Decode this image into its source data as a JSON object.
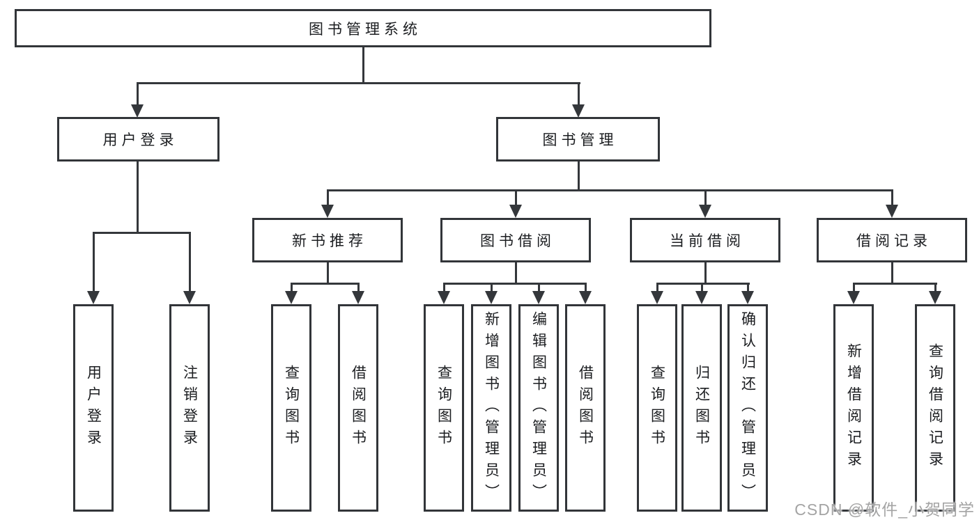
{
  "watermark": "CSDN @软件_小贺同学",
  "colors": {
    "background": "#ffffff",
    "box_border": "#323539",
    "connector_line": "#34373b",
    "text": "#1b1d20",
    "watermark_text": "#a4a4a4"
  },
  "nodes": {
    "root": {
      "label": "图书管理系统"
    },
    "user_login": {
      "label": "用户登录"
    },
    "book_mgmt": {
      "label": "图书管理"
    },
    "login": {
      "label": "用户登录"
    },
    "logout": {
      "label": "注销登录"
    },
    "new_book_rec": {
      "label": "新书推荐"
    },
    "book_borrow": {
      "label": "图书借阅"
    },
    "current_borrow": {
      "label": "当前借阅"
    },
    "borrow_records": {
      "label": "借阅记录"
    },
    "nbr_query": {
      "label": "查询图书"
    },
    "nbr_borrow": {
      "label": "借阅图书"
    },
    "bb_query": {
      "label": "查询图书"
    },
    "bb_add": {
      "label": "新增图书（管理员）"
    },
    "bb_edit": {
      "label": "编辑图书（管理员）"
    },
    "bb_borrow": {
      "label": "借阅图书"
    },
    "cb_query": {
      "label": "查询图书"
    },
    "cb_return": {
      "label": "归还图书"
    },
    "cb_confirm": {
      "label": "确认归还（管理员）"
    },
    "br_add": {
      "label": "新增借阅记录"
    },
    "br_query": {
      "label": "查询借阅记录"
    }
  },
  "hierarchy": {
    "图书管理系统": {
      "用户登录": [
        "用户登录",
        "注销登录"
      ],
      "图书管理": {
        "新书推荐": [
          "查询图书",
          "借阅图书"
        ],
        "图书借阅": [
          "查询图书",
          "新增图书（管理员）",
          "编辑图书（管理员）",
          "借阅图书"
        ],
        "当前借阅": [
          "查询图书",
          "归还图书",
          "确认归还（管理员）"
        ],
        "借阅记录": [
          "新增借阅记录",
          "查询借阅记录"
        ]
      }
    }
  }
}
